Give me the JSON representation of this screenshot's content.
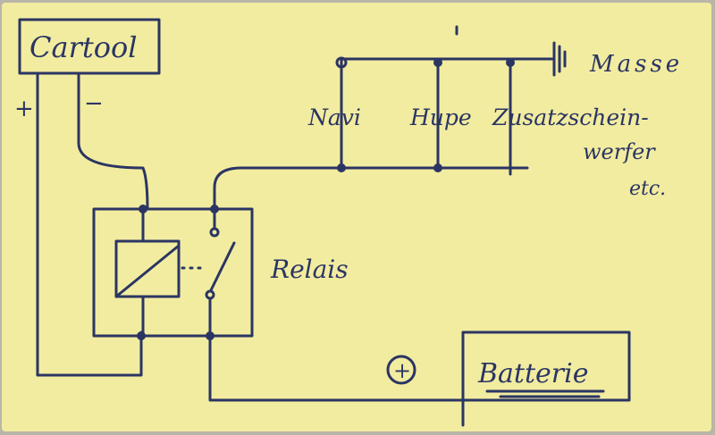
{
  "diagram": {
    "colors": {
      "paper": "#f2eca0",
      "ink": "#2b3563",
      "background": "#b9b6a8"
    },
    "labels": {
      "cartool": "Cartool",
      "plus": "+",
      "minus": "−",
      "masse": "Masse",
      "navi": "Navi",
      "hupe": "Hupe",
      "zusatz_line1": "Zusatzschein-",
      "zusatz_line2": "werfer",
      "zusatz_line3": "etc.",
      "relais": "Relais",
      "batterie": "Batterie",
      "battery_plus": "+"
    }
  }
}
